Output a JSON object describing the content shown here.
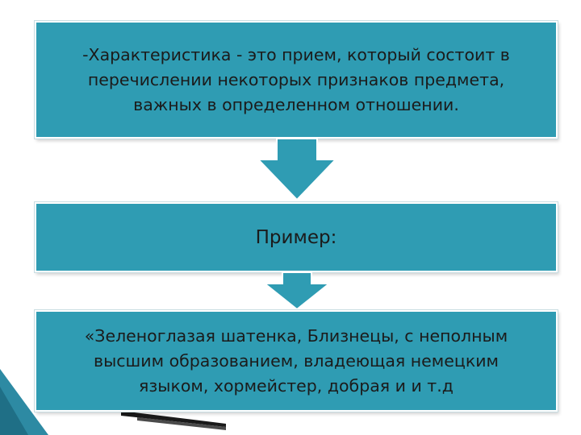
{
  "diagram": {
    "boxes": [
      {
        "text": "-Характеристика - это прием, который состоит в\nперечислении некоторых признаков предмета,\nважных в определенном отношении."
      },
      {
        "text": "Пример:"
      },
      {
        "text": "«Зеленоглазая шатенка, Близнецы, с неполным\nвысшим образованием, владеющая немецким\nязыком, хормейстер, добрая и   и т.д"
      }
    ],
    "colors": {
      "box_fill": "#2f9cb3",
      "arrow_fill": "#2f9cb3",
      "text": "#1b1b1b",
      "corner_decoration": "#2d8aa3"
    }
  }
}
